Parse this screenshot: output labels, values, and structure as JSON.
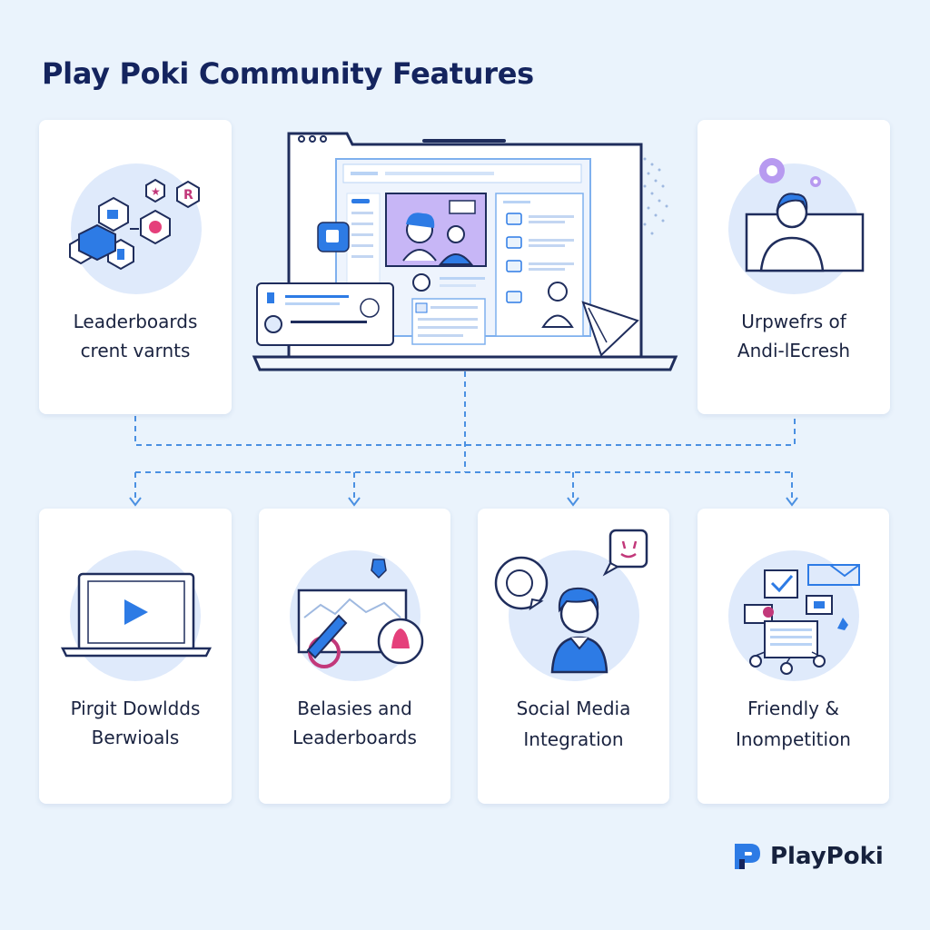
{
  "title": "Play Poki Community Features",
  "cards": {
    "leaderboards_events": {
      "line1": "Leaderboards",
      "line2": "crent varnts",
      "icon": "hexagon-badges-icon"
    },
    "upwefrs": {
      "line1": "Urpwefrs of",
      "line2": "Andi-lEcresh",
      "icon": "user-profile-icon"
    },
    "downloads": {
      "line1": "Pirgit Dowldds",
      "line2": "Berwioals",
      "icon": "video-laptop-icon"
    },
    "badges": {
      "line1": "Belasies and",
      "line2": "Leaderboards",
      "icon": "badges-chart-icon"
    },
    "social_media": {
      "line1": "Social Media",
      "line2": "Integration",
      "icon": "social-user-icon"
    },
    "friendly": {
      "line1": "Friendly &",
      "line2": "Ιnompetition",
      "icon": "messages-network-icon"
    }
  },
  "center_icon": "laptop-community-dashboard-icon",
  "brand": {
    "name": "PlayPoki",
    "mark": "poki-logo-icon"
  },
  "colors": {
    "background": "#eaf3fc",
    "accent": "#2d7be5",
    "navy": "#14245e",
    "purple": "#a58cf0"
  }
}
